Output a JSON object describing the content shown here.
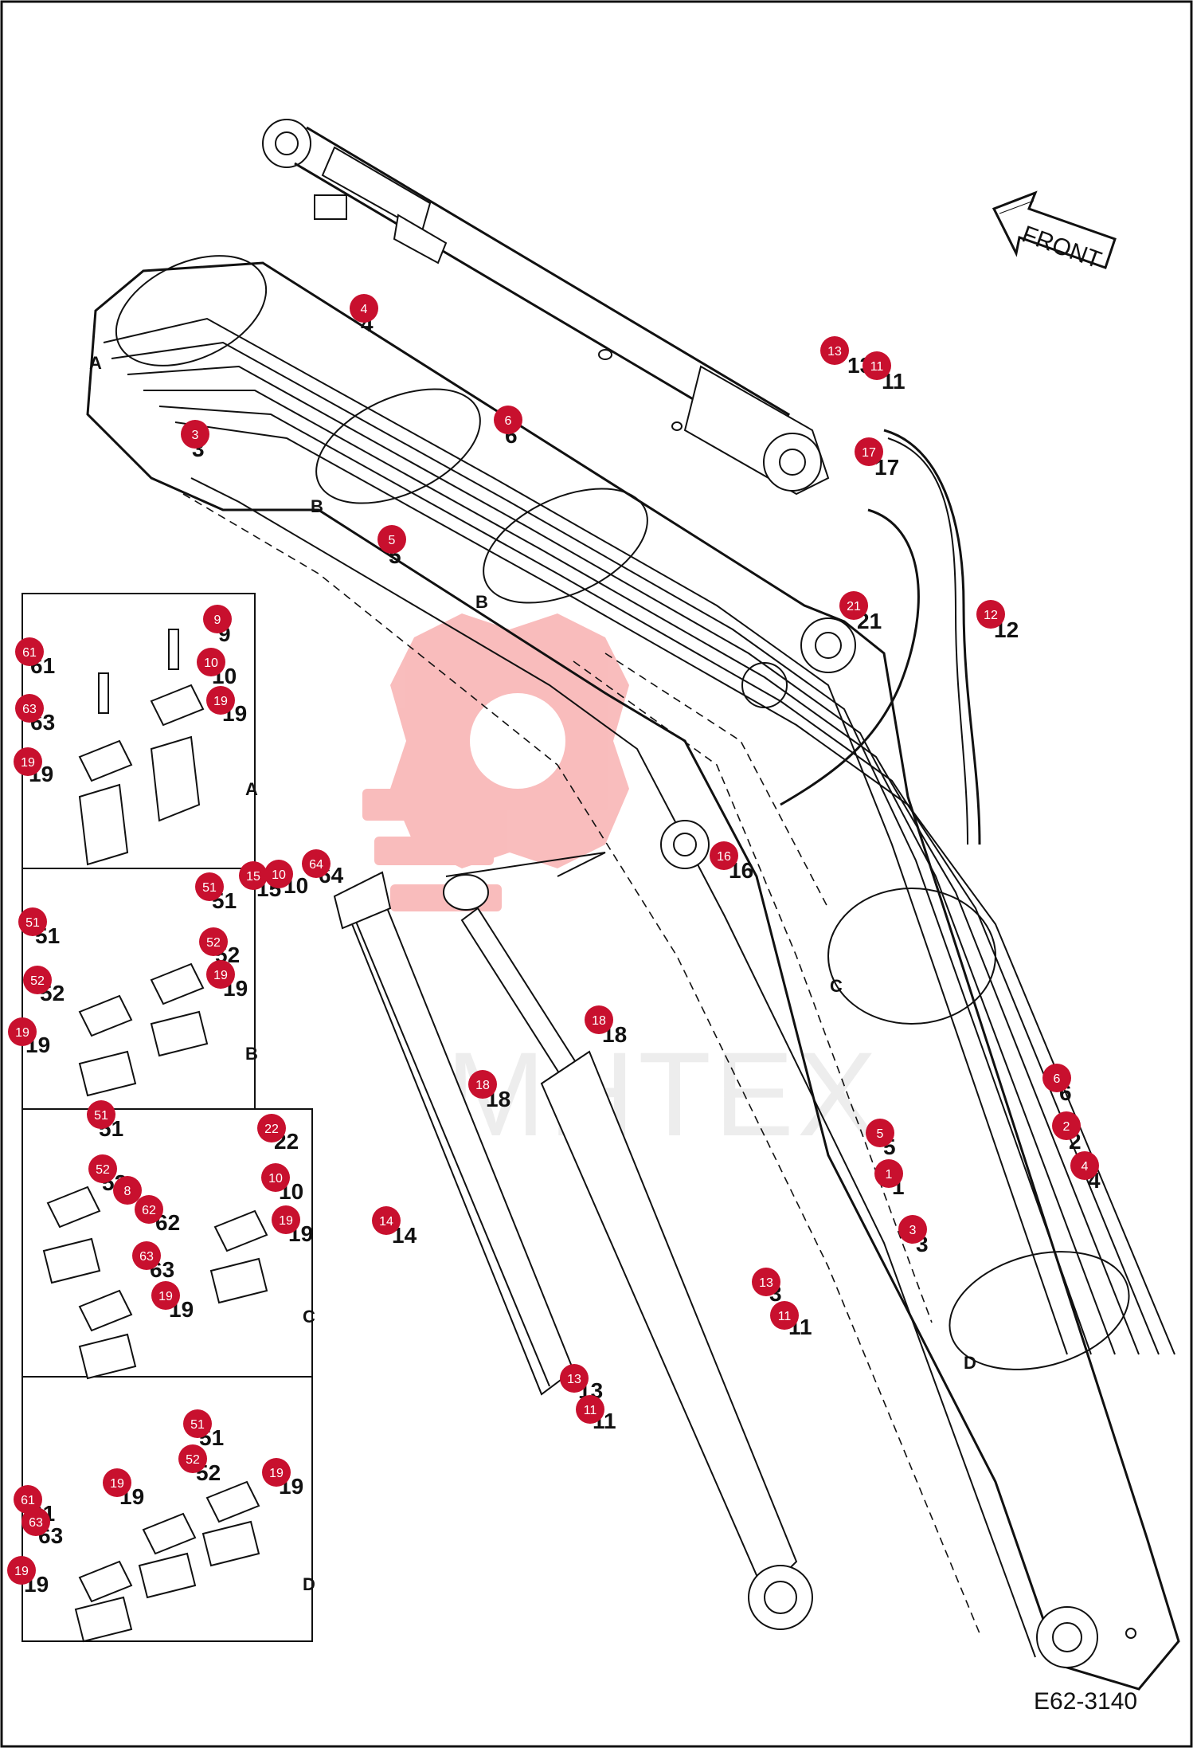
{
  "watermark": {
    "text": "MHTEX",
    "color": "#f26d6d"
  },
  "front_arrow": {
    "label": "FRONT"
  },
  "drawing_code": "E62-3140",
  "detail_panels": [
    {
      "letter": "A"
    },
    {
      "letter": "B"
    },
    {
      "letter": "C"
    },
    {
      "letter": "D"
    }
  ],
  "detail_letters_main": [
    "A",
    "B",
    "B",
    "C",
    "D"
  ],
  "callouts": [
    "4",
    "3",
    "6",
    "5",
    "13",
    "11",
    "17",
    "21",
    "12",
    "16",
    "9",
    "10",
    "19",
    "61",
    "63",
    "19",
    "15",
    "10",
    "64",
    "51",
    "51",
    "52",
    "52",
    "19",
    "19",
    "51",
    "22",
    "52",
    "8",
    "62",
    "10",
    "19",
    "63",
    "19",
    "51",
    "61",
    "19",
    "52",
    "19",
    "63",
    "19",
    "18",
    "18",
    "14",
    "13",
    "11",
    "13",
    "11",
    "6",
    "5",
    "2",
    "1",
    "4",
    "3"
  ],
  "part_labels": [
    "4",
    "3",
    "6",
    "5",
    "13",
    "11",
    "17",
    "21",
    "12",
    "16",
    "9",
    "10",
    "19",
    "61",
    "63",
    "19",
    "15",
    "10",
    "64",
    "51",
    "51",
    "52",
    "52",
    "19",
    "19",
    "51",
    "22",
    "52",
    "62",
    "10",
    "19",
    "63",
    "19",
    "51",
    "61",
    "19",
    "52",
    "19",
    "63",
    "19",
    "18",
    "18",
    "14",
    "13",
    "11",
    "3",
    "11",
    "6",
    "5",
    "2",
    "1",
    "4",
    "3"
  ]
}
